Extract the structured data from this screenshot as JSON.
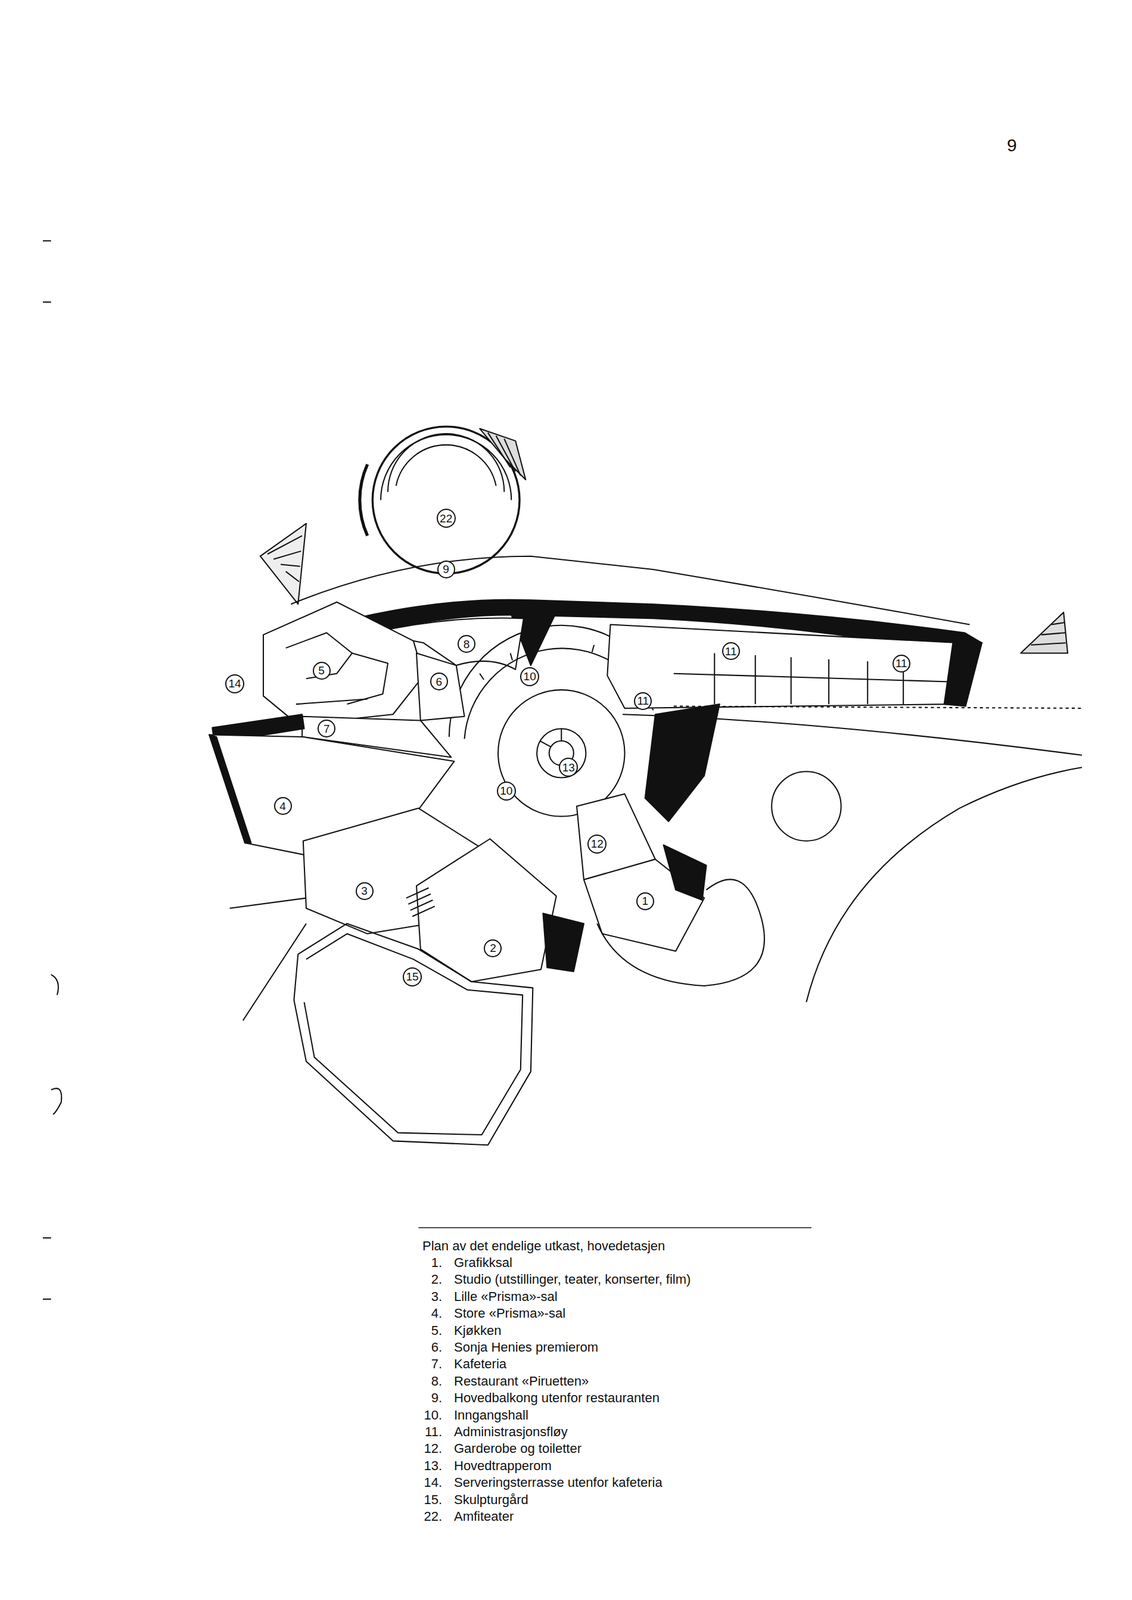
{
  "diagram": {
    "caption": "Plan av det endelige utkast, hovedetasjen",
    "nodes": [
      {
        "text": [
          "22"
        ]
      },
      {
        "text": [
          "9"
        ]
      },
      {
        "text": [
          "8"
        ]
      },
      {
        "text": [
          "14"
        ]
      },
      {
        "text": [
          "5"
        ]
      },
      {
        "text": [
          "6"
        ]
      },
      {
        "text": [
          "10"
        ]
      },
      {
        "text": [
          "11"
        ]
      },
      {
        "text": [
          "11"
        ]
      },
      {
        "text": [
          "11"
        ]
      },
      {
        "text": [
          "7"
        ]
      },
      {
        "text": [
          "13"
        ]
      },
      {
        "text": [
          "4"
        ]
      },
      {
        "text": [
          "10"
        ]
      },
      {
        "text": [
          "12"
        ]
      },
      {
        "text": [
          "3"
        ]
      },
      {
        "text": [
          "1"
        ]
      },
      {
        "text": [
          "2"
        ]
      },
      {
        "text": [
          "15"
        ]
      }
    ],
    "labels": [
      "9",
      "1.",
      "Grafikksal",
      "2.",
      "Studio (utstillinger, teater, konserter, film)",
      "3.",
      "Lille «Prisma»-sal",
      "4.",
      "Store «Prisma»-sal",
      "5.",
      "Kjøkken",
      "6.",
      "Sonja Henies premierom",
      "7.",
      "Kafeteria",
      "8.",
      "Restaurant «Piruetten»",
      "9.",
      "Hovedbalkong utenfor restauranten",
      "10.",
      "Inngangshall",
      "11.",
      "Administrasjonsfløy",
      "12.",
      "Garderobe og toiletter",
      "13.",
      "Hovedtrapperom",
      "14.",
      "Serveringsterrasse utenfor kafeteria",
      "15.",
      "Skulpturgård",
      "22.",
      "Amfiteater"
    ]
  }
}
